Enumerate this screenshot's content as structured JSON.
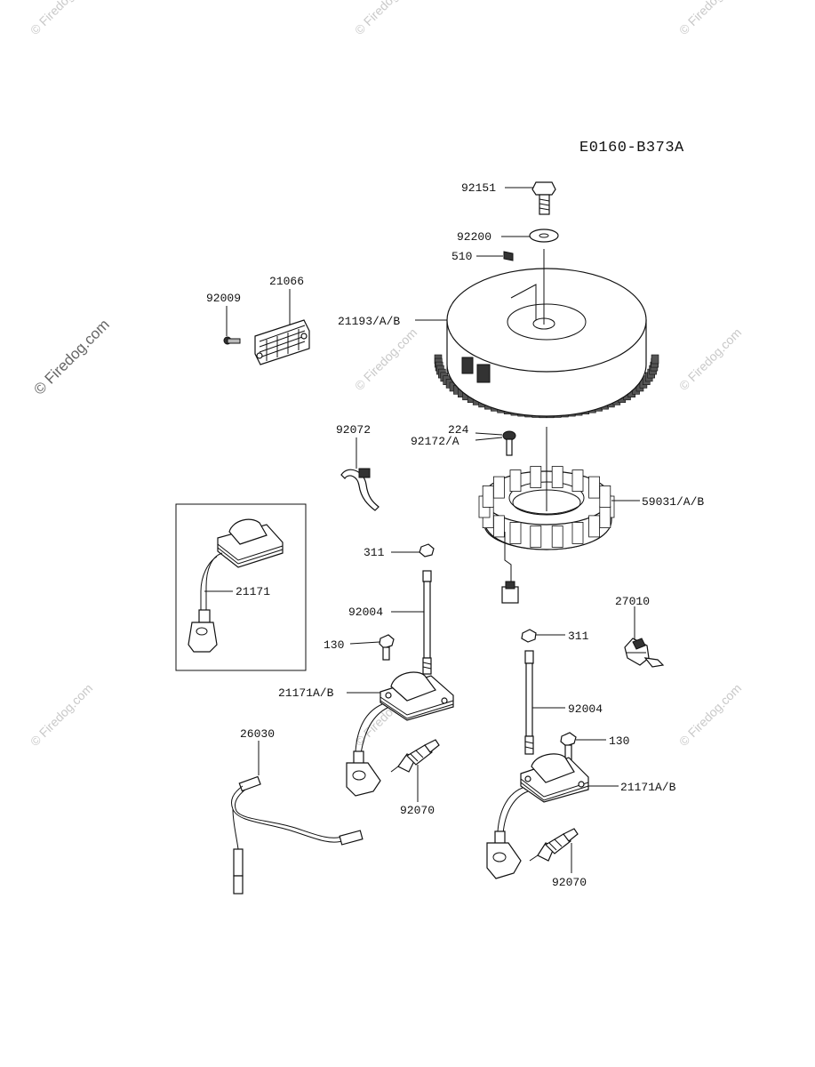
{
  "diagram_code": "E0160-B373A",
  "watermark": "© Firedog.com",
  "parts": [
    {
      "id": "flywheel-bolt",
      "label": "92151"
    },
    {
      "id": "flywheel-washer",
      "label": "92200"
    },
    {
      "id": "flywheel-key",
      "label": "510"
    },
    {
      "id": "flywheel",
      "label": "21193/A/B"
    },
    {
      "id": "regulator",
      "label": "21066"
    },
    {
      "id": "regulator-bolt",
      "label": "92009"
    },
    {
      "id": "stator-bolt-a",
      "label": "224"
    },
    {
      "id": "stator-bolt-b",
      "label": "92172/A"
    },
    {
      "id": "clamp",
      "label": "92072"
    },
    {
      "id": "stator",
      "label": "59031/A/B"
    },
    {
      "id": "inset-ignition-coil",
      "label": "21171"
    },
    {
      "id": "nut-left",
      "label": "311"
    },
    {
      "id": "stud-left",
      "label": "92004"
    },
    {
      "id": "bolt-left",
      "label": "130"
    },
    {
      "id": "ignition-coil-left",
      "label": "21171A/B"
    },
    {
      "id": "spark-plug-left",
      "label": "92070"
    },
    {
      "id": "lead-wire",
      "label": "26030"
    },
    {
      "id": "switch",
      "label": "27010"
    },
    {
      "id": "nut-right",
      "label": "311"
    },
    {
      "id": "stud-right",
      "label": "92004"
    },
    {
      "id": "bolt-right",
      "label": "130"
    },
    {
      "id": "ignition-coil-right",
      "label": "21171A/B"
    },
    {
      "id": "spark-plug-right",
      "label": "92070"
    }
  ]
}
